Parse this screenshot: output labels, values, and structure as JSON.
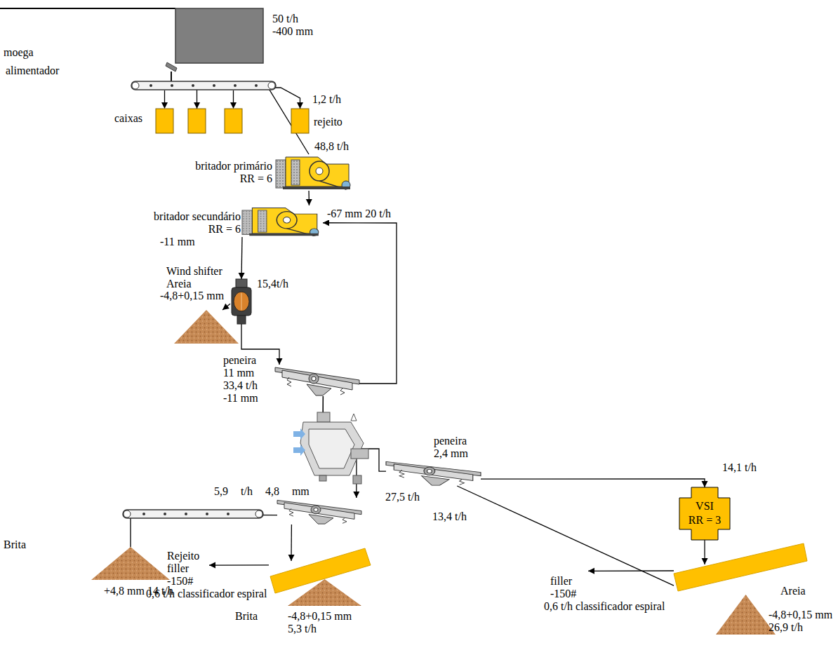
{
  "diagram": {
    "nodes": [
      {
        "text": [
          "moega",
          "50 t/h -400 mm"
        ]
      },
      {
        "text": [
          "alimentador"
        ]
      },
      {
        "text": [
          "caixas"
        ]
      },
      {
        "text": [
          "1,2 t/h",
          "rejeito"
        ]
      },
      {
        "text": [
          "48,8 t/h",
          "britador primário RR = 6"
        ]
      },
      {
        "text": [
          "britador secundário RR = 6",
          "-11 mm"
        ]
      },
      {
        "text": [
          "Wind shifter"
        ]
      },
      {
        "text": [
          "Areia",
          "-4,8+0,15 mm"
        ]
      },
      {
        "text": [
          "peneira 11 mm 33,4 t/h -11 mm"
        ]
      },
      {
        "text": [
          "peneira 2,4 mm"
        ]
      },
      {
        "text": [
          "VSI",
          "RR = 3"
        ]
      },
      {
        "text": [
          "5,9 t/h 4,8 mm"
        ]
      },
      {
        "text": [
          "Brita",
          "+4,8 mm 14 t/h"
        ]
      },
      {
        "text": [
          "Rejeito filler -150#"
        ]
      },
      {
        "text": [
          "0,6 t/h classificador espiral"
        ]
      },
      {
        "text": [
          "Brita",
          "-4,8+0,15 mm 5,3 t/h"
        ]
      },
      {
        "text": [
          "filler -150#"
        ]
      },
      {
        "text": [
          "0,6 t/h classificador espiral"
        ]
      },
      {
        "text": [
          "Areia",
          "-4,8+0,15 mm 26,9 t/h"
        ]
      }
    ],
    "edges": [
      {
        "from": 1,
        "to": 2,
        "arrow": "to"
      },
      {
        "from": 1,
        "to": 3,
        "arrow": "to"
      },
      {
        "from": 1,
        "to": 4,
        "arrow": "none"
      },
      {
        "from": 4,
        "to": 5,
        "arrow": "to"
      },
      {
        "from": 5,
        "to": 6,
        "arrow": "to"
      },
      {
        "from": 6,
        "to": 7,
        "arrow": "to",
        "label": "15,4t/h"
      },
      {
        "from": 6,
        "to": 8,
        "arrow": "to"
      },
      {
        "from": 8,
        "to": 5,
        "arrow": "to",
        "label": "-67 mm 20 t/h"
      },
      {
        "from": 8,
        "to": 11,
        "arrow": "to"
      },
      {
        "from": 8,
        "to": 9,
        "arrow": "none",
        "label": "27,5 t/h"
      },
      {
        "from": 9,
        "to": 10,
        "arrow": "to",
        "label": "14,1 t/h"
      },
      {
        "from": 9,
        "to": 17,
        "arrow": "none",
        "label": "13,4 t/h"
      },
      {
        "from": 10,
        "to": 17,
        "arrow": "to"
      },
      {
        "from": 17,
        "to": 16,
        "arrow": "to"
      },
      {
        "from": 11,
        "to": 12,
        "arrow": "none"
      },
      {
        "from": 11,
        "to": 14,
        "arrow": "to"
      },
      {
        "from": 14,
        "to": 13,
        "arrow": "to"
      }
    ]
  }
}
